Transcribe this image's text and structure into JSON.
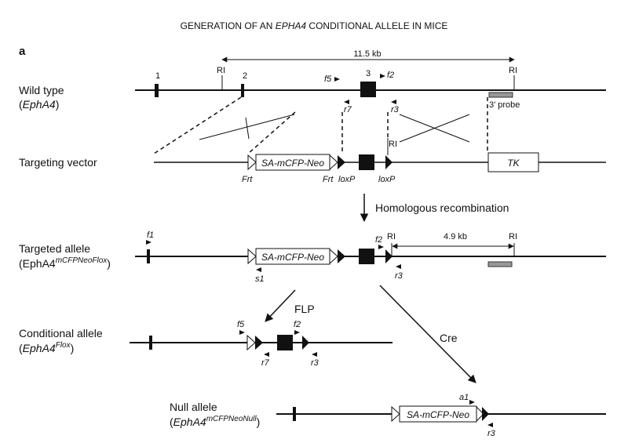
{
  "title": {
    "part1": "GENERATION OF AN ",
    "part2": "EPHA4",
    "part3": " CONDITIONAL ALLELE IN MICE"
  },
  "panel_label": "a",
  "rows": {
    "wild_type": {
      "line1": "Wild type",
      "line2a": "(",
      "line2b": "EphA4",
      "line2c": ")"
    },
    "targeting_vector": {
      "line1": "Targeting vector"
    },
    "targeted": {
      "line1": "Targeted allele",
      "line2a": "(EphA4",
      "line2sup": "mCFPNeoFlox",
      "line2c": ")"
    },
    "conditional": {
      "line1": "Conditional allele",
      "line2a": "(",
      "line2b": "EphA4",
      "line2sup": "Flox",
      "line2c": ")"
    },
    "null": {
      "line1": "Null allele",
      "line2a": "(",
      "line2b": "EphA4",
      "line2sup": "mCFPNeoNull",
      "line2c": ")"
    }
  },
  "wild_type_labels": {
    "exon1": "1",
    "exon2": "2",
    "exon3": "3",
    "ri_left": "RI",
    "ri_right": "RI",
    "distance": "11.5 kb",
    "probe": "3' probe",
    "f5": "f5",
    "f2": "f2",
    "r7": "r7",
    "r3": "r3"
  },
  "vector_labels": {
    "cassette": "SA-mCFP-Neo",
    "tk": "TK",
    "ri": "RI",
    "frt1": "Frt",
    "frt2": "Frt",
    "loxp1": "loxP",
    "loxp2": "loxP"
  },
  "step_label": "Homologous recombination",
  "targeted_labels": {
    "f1": "f1",
    "f2": "f2",
    "ri1": "RI",
    "ri2": "RI",
    "distance": "4.9 kb",
    "cassette": "SA-mCFP-Neo",
    "s1": "s1",
    "r3": "r3"
  },
  "flp_label": "FLP",
  "cre_label": "Cre",
  "conditional_labels": {
    "f5": "f5",
    "f2": "f2",
    "r7": "r7",
    "r3": "r3"
  },
  "null_labels": {
    "a1": "a1",
    "cassette": "SA-mCFP-Neo",
    "r3": "r3"
  }
}
